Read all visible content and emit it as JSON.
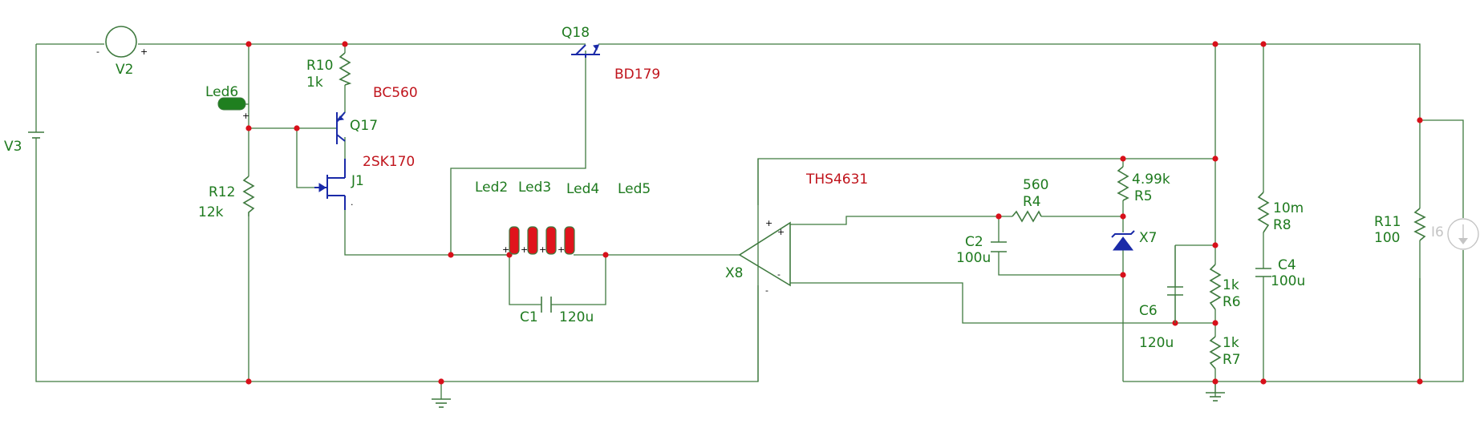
{
  "components": {
    "v3": {
      "ref": "V3"
    },
    "v2": {
      "ref": "V2"
    },
    "led6": {
      "ref": "Led6",
      "color": "#1f7f1f"
    },
    "r12": {
      "ref": "R12",
      "value": "12k"
    },
    "r10": {
      "ref": "R10",
      "value": "1k"
    },
    "q17": {
      "ref": "Q17",
      "model": "BC560"
    },
    "j1": {
      "ref": "J1",
      "model": "2SK170"
    },
    "q18": {
      "ref": "Q18",
      "model": "BD179"
    },
    "leds": [
      "Led2",
      "Led3",
      "Led4",
      "Led5"
    ],
    "c1": {
      "ref": "C1",
      "value": "120u"
    },
    "x8": {
      "ref": "X8",
      "model": "THS4631"
    },
    "r4": {
      "ref": "R4",
      "value": "560"
    },
    "r5": {
      "ref": "R5",
      "value": "4.99k"
    },
    "x7": {
      "ref": "X7"
    },
    "c2": {
      "ref": "C2",
      "value": "100u"
    },
    "c6": {
      "ref": "C6",
      "value": "120u"
    },
    "r6": {
      "ref": "R6",
      "value": "1k"
    },
    "r7": {
      "ref": "R7",
      "value": "1k"
    },
    "r8": {
      "ref": "R8",
      "value": "10m"
    },
    "c4": {
      "ref": "C4",
      "value": "100u"
    },
    "r11": {
      "ref": "R11",
      "value": "100"
    },
    "i6": {
      "ref": "I6"
    }
  },
  "pins": {
    "plus": "+",
    "minus": "-",
    "dot": "."
  },
  "colors": {
    "wire": "#3f7a3f",
    "label": "#1e7a1e",
    "model": "#c0141c",
    "junction": "#d8101a",
    "transistor": "#1a2aa8",
    "led": "#e0141c",
    "disabled": "#c4c4c4"
  }
}
